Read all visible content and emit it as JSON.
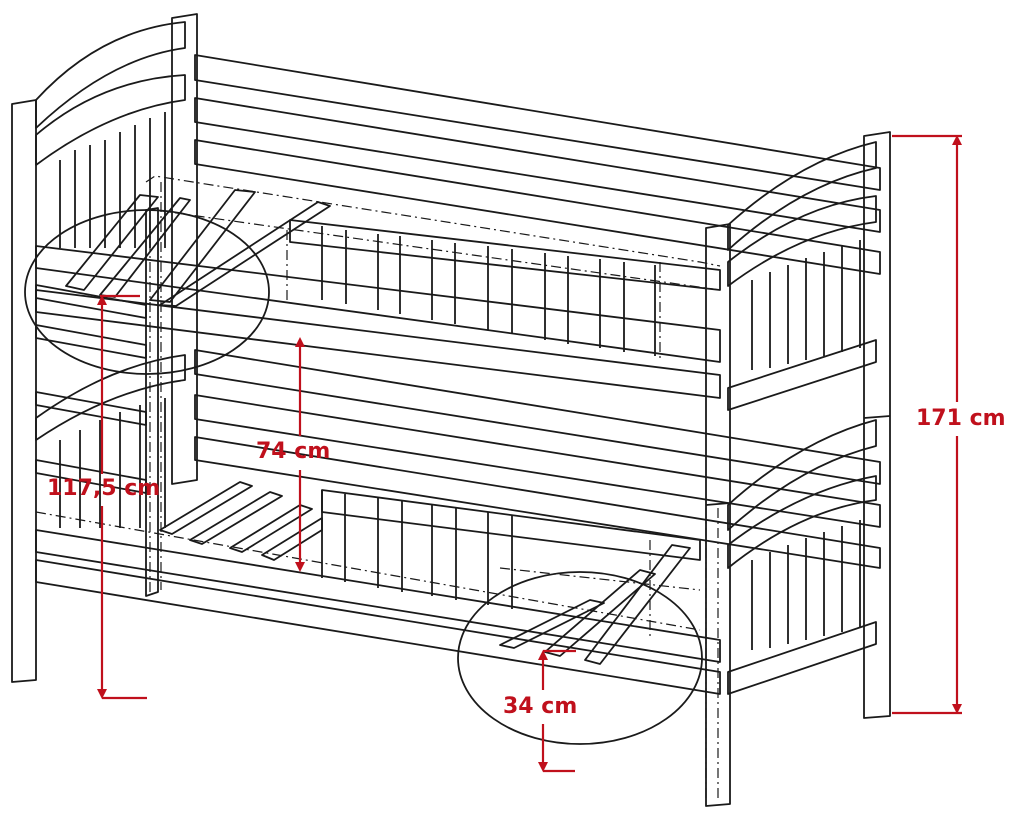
{
  "diagram": {
    "colors": {
      "outline": "#1a1a1a",
      "dimension": "#c0101c",
      "background": "#ffffff"
    },
    "dimensions": {
      "total_height": "171 cm",
      "bed_clearance": "74 cm",
      "upper_bed_height": "117,5 cm",
      "rail_height": "34 cm"
    }
  }
}
